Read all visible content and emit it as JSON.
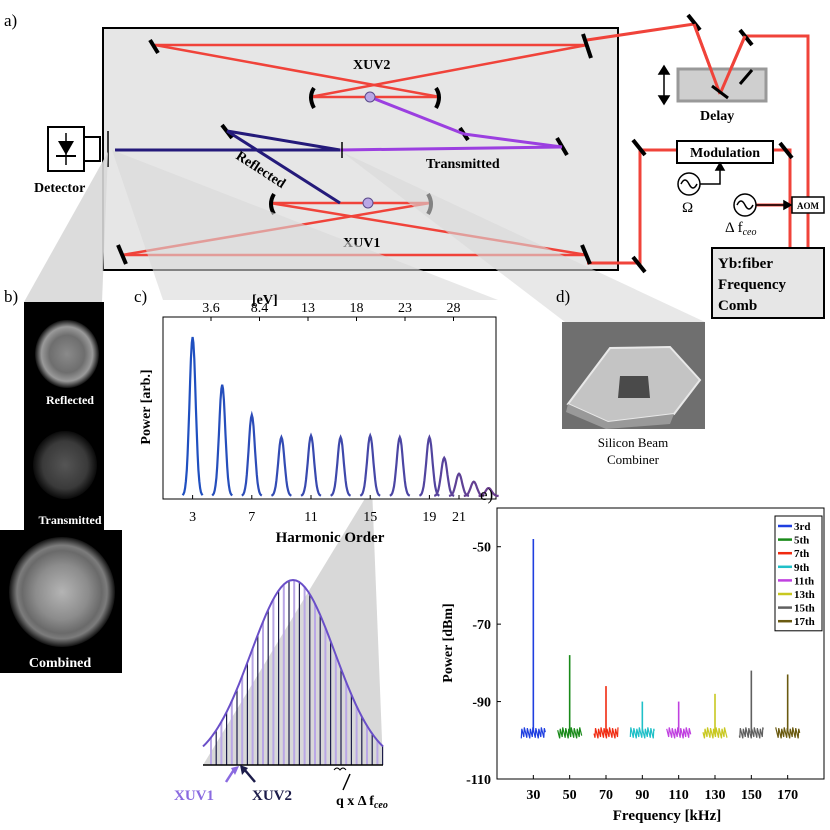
{
  "panels": {
    "a": "a)",
    "b": "b)",
    "c": "c)",
    "d": "d)",
    "e": "e)"
  },
  "setup": {
    "xuv2": "XUV2",
    "xuv1": "XUV1",
    "detector": "Detector",
    "reflected": "Reflected",
    "transmitted": "Transmitted",
    "delay": "Delay",
    "modulation": "Modulation",
    "omega": "Ω",
    "aom": "AOM",
    "delta_f_prefix": "Δ f",
    "delta_f_sub": "ceo",
    "comb_lines": [
      "Yb:fiber",
      "Frequency",
      "Comb"
    ],
    "colors": {
      "beam_red": "#f0433a",
      "dark_blue": "#241a7a",
      "violet": "#9b3fe0",
      "chamber": "#e6e6e6"
    }
  },
  "panel_b": {
    "labels": [
      "Reflected",
      "Transmitted",
      "Combined"
    ]
  },
  "panel_d": {
    "caption_lines": [
      "Silicon Beam",
      "Combiner"
    ]
  },
  "panel_c_zoom": {
    "xuv1": "XUV1",
    "xuv2": "XUV2",
    "q_label": "q x Δ f",
    "q_sub": "ceo",
    "colors": {
      "envelope": "#6a4fc8",
      "xuv1": "#8a6ae0",
      "xuv2": "#1c1c4a"
    }
  },
  "chart_data": [
    {
      "type": "line",
      "xlabel": "Harmonic Order",
      "ylabel": "Power [arb.]",
      "top_axis_label": "[eV]",
      "x_ticks": [
        3,
        7,
        11,
        15,
        19,
        21
      ],
      "xlim": [
        1,
        23.5
      ],
      "top_ticks": [
        3.6,
        8.4,
        13,
        18,
        23,
        28
      ],
      "peaks": [
        {
          "order": 3,
          "power": 1.0
        },
        {
          "order": 5,
          "power": 0.7
        },
        {
          "order": 7,
          "power": 0.51
        },
        {
          "order": 9,
          "power": 0.37
        },
        {
          "order": 11,
          "power": 0.38
        },
        {
          "order": 13,
          "power": 0.37
        },
        {
          "order": 15,
          "power": 0.38
        },
        {
          "order": 17,
          "power": 0.37
        },
        {
          "order": 19,
          "power": 0.37
        },
        {
          "order": 20,
          "power": 0.24
        },
        {
          "order": 21,
          "power": 0.14
        },
        {
          "order": 22,
          "power": 0.09
        },
        {
          "order": 23,
          "power": 0.05
        }
      ]
    },
    {
      "type": "line",
      "xlabel": "Frequency [kHz]",
      "ylabel": "Power [dBm]",
      "xlim": [
        10,
        190
      ],
      "ylim": [
        -110,
        -40
      ],
      "x_ticks": [
        30,
        50,
        70,
        90,
        110,
        130,
        150,
        170
      ],
      "y_ticks": [
        -50,
        -70,
        -90,
        -110
      ],
      "noise_floor": -98,
      "series": [
        {
          "name": "3rd",
          "color": "#1f3fe0",
          "x": 30,
          "peak": -48
        },
        {
          "name": "5th",
          "color": "#1a8a1a",
          "x": 50,
          "peak": -78
        },
        {
          "name": "7th",
          "color": "#f02a10",
          "x": 70,
          "peak": -86
        },
        {
          "name": "9th",
          "color": "#20c0c8",
          "x": 90,
          "peak": -90
        },
        {
          "name": "11th",
          "color": "#c040e0",
          "x": 110,
          "peak": -90
        },
        {
          "name": "13th",
          "color": "#c8c820",
          "x": 130,
          "peak": -88
        },
        {
          "name": "15th",
          "color": "#606060",
          "x": 150,
          "peak": -82
        },
        {
          "name": "17th",
          "color": "#6a5a10",
          "x": 170,
          "peak": -83
        }
      ]
    }
  ]
}
